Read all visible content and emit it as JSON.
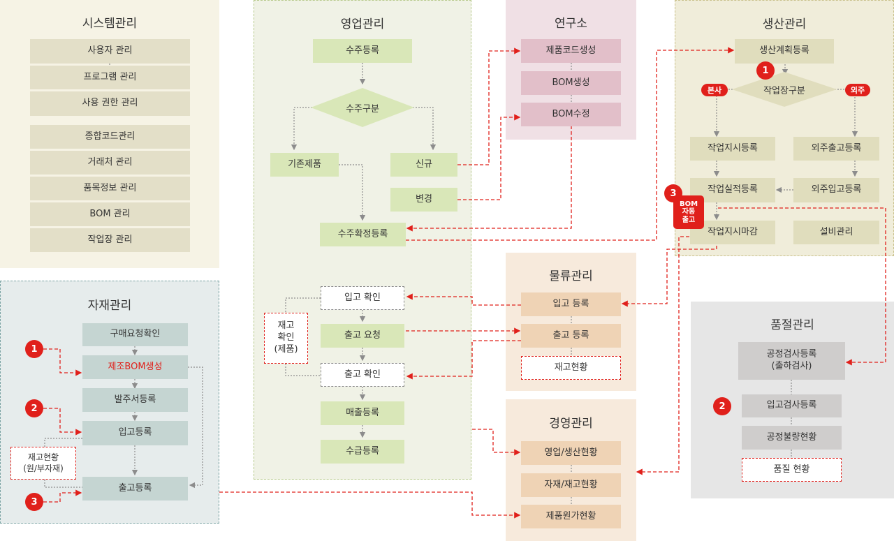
{
  "panels": {
    "system": {
      "title": "시스템관리",
      "items": [
        "사용자 관리",
        "프로그램 관리",
        "사용 권한 관리",
        "종합코드관리",
        "거래처 관리",
        "품목정보 관리",
        "BOM 관리",
        "작업장 관리"
      ]
    },
    "material": {
      "title": "자재관리",
      "purchase_request": "구매요청확인",
      "mfg_bom": "제조BOM생성",
      "order_register": "발주서등록",
      "receive_register": "입고등록",
      "ship_register": "출고등록",
      "stock_note_line1": "재고현황",
      "stock_note_line2": "(원/부자재)"
    },
    "sales": {
      "title": "영업관리",
      "order_register": "수주등록",
      "order_type": "수주구분",
      "existing_product": "기존제품",
      "new": "신규",
      "change": "변경",
      "order_confirm": "수주확정등록",
      "receive_check": "입고 확인",
      "ship_request": "출고 요청",
      "ship_check": "출고 확인",
      "sales_register": "매출등록",
      "collect_register": "수급등록",
      "stock_check_line1": "재고",
      "stock_check_line2": "확인",
      "stock_check_line3": "(제품)"
    },
    "lab": {
      "title": "연구소",
      "product_code": "제품코드생성",
      "bom_create": "BOM생성",
      "bom_edit": "BOM수정"
    },
    "production": {
      "title": "생산관리",
      "plan_register": "생산계획등록",
      "workplace_type": "작업장구분",
      "inhouse_tag": "본사",
      "outsource_tag": "외주",
      "work_order": "작업지시등록",
      "outsource_ship": "외주출고등록",
      "work_result": "작업실적등록",
      "outsource_receive": "외주입고등록",
      "work_close": "작업지시마감",
      "equipment": "설비관리",
      "bom_auto_line1": "BOM",
      "bom_auto_line2": "자동",
      "bom_auto_line3": "출고"
    },
    "logistics": {
      "title": "물류관리",
      "receive": "입고 등록",
      "ship": "출고 등록",
      "stock": "재고현황"
    },
    "management": {
      "title": "경영관리",
      "sales_prod_status": "영업/생산현황",
      "material_stock_status": "자재/재고현황",
      "cost_status": "제품원가현황"
    },
    "quality": {
      "title": "품절관리",
      "process_inspect_line1": "공정검사등록",
      "process_inspect_line2": "(출하검사)",
      "incoming_inspect": "입고검사등록",
      "process_defect": "공정불량현황",
      "quality_status": "품질 현황"
    }
  },
  "badges": [
    "1",
    "2",
    "3"
  ],
  "colors": {
    "accent_red": "#e0201b",
    "system_bg": "#f6f3e5",
    "sales_bg": "#f0f2e6",
    "lab_bg": "#f0e0e5",
    "production_bg": "#f0edda",
    "material_bg": "#e6ecec",
    "logistics_bg": "#f7eadc",
    "quality_bg": "#e6e6e6"
  }
}
